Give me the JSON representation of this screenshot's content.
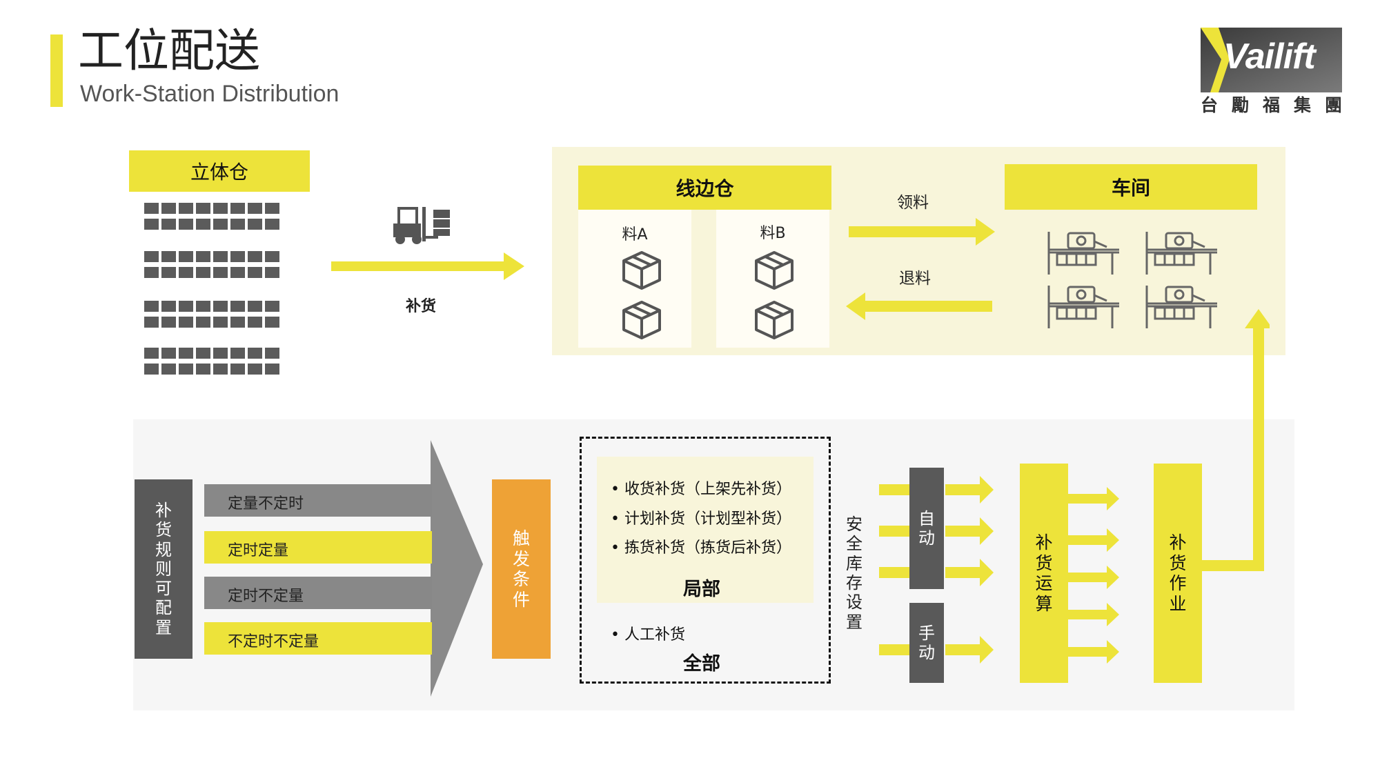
{
  "header": {
    "title": "工位配送",
    "subtitle": "Work-Station Distribution",
    "accent_color": "#ede33a"
  },
  "logo": {
    "brand": "Vailift",
    "tagline_chars": [
      "台",
      "勵",
      "福",
      "集",
      "團"
    ]
  },
  "warehouse": {
    "title": "立体仓",
    "icon": "storage-rack-grid-icon"
  },
  "replenish": {
    "label": "补货",
    "icon": "forklift-icon"
  },
  "line_side": {
    "title": "线边仓",
    "material_a": "料A",
    "material_b": "料B",
    "icon": "box-icon"
  },
  "flows": {
    "pick_label": "领料",
    "return_label": "退料"
  },
  "workshop": {
    "title": "车间",
    "icon": "workbench-icon"
  },
  "rules": {
    "configurable_chars": [
      "补",
      "货",
      "规",
      "则",
      "可",
      "配",
      "置"
    ],
    "items": [
      "定量不定时",
      "定时定量",
      "定时不定量",
      "不定时不定量"
    ]
  },
  "trigger": {
    "chars": [
      "触",
      "发",
      "条",
      "件"
    ],
    "color": "#eea236"
  },
  "conditions": {
    "local_items": [
      "收货补货（上架先补货）",
      "计划补货（计划型补货）",
      "拣货补货（拣货后补货）"
    ],
    "local_label": "局部",
    "global_item": "人工补货",
    "global_label": "全部"
  },
  "safety_stock_chars": [
    "安",
    "全",
    "库",
    "存",
    "设",
    "置"
  ],
  "modes": {
    "auto_chars": [
      "自",
      "动"
    ],
    "manual_chars": [
      "手",
      "动"
    ]
  },
  "compute_chars": [
    "补",
    "货",
    "运",
    "算"
  ],
  "operation_chars": [
    "补",
    "货",
    "作",
    "业"
  ],
  "colors": {
    "yellow": "#ede33a",
    "dark_gray": "#595959",
    "mid_gray": "#808080",
    "orange": "#eea236",
    "panel_cream": "#f8f5da",
    "panel_gray": "#f6f6f6"
  }
}
